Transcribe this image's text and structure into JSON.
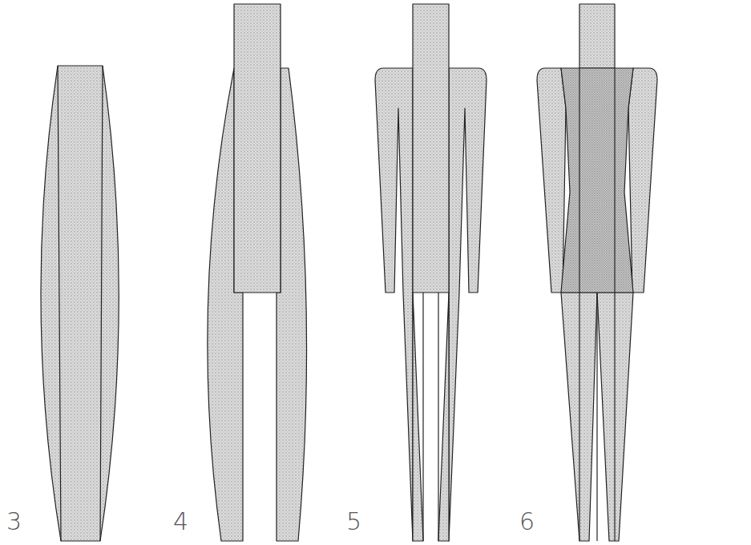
{
  "diagram": {
    "labels": [
      "3",
      "4",
      "5",
      "6"
    ]
  }
}
